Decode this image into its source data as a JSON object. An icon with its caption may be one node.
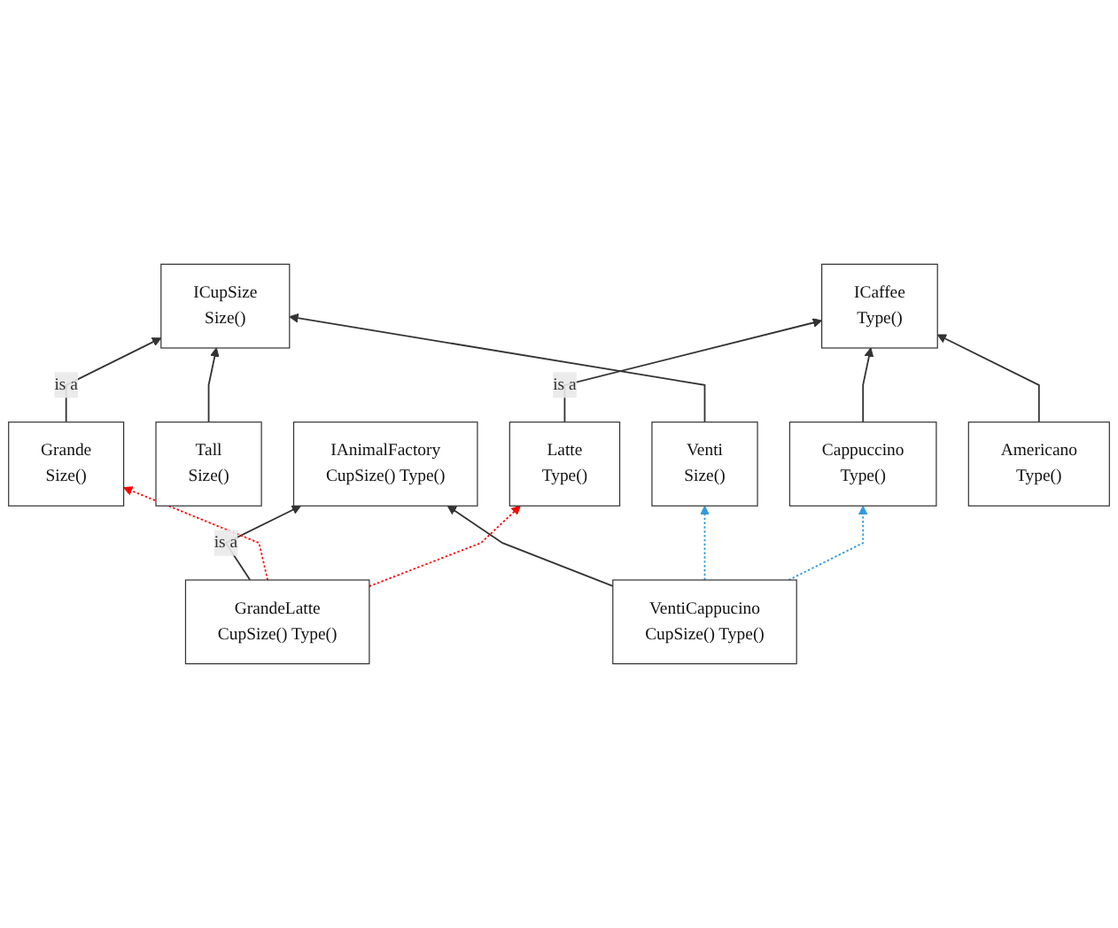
{
  "diagram": {
    "nodes": [
      {
        "text": [
          "ICupSize",
          "Size()"
        ]
      },
      {
        "text": [
          "IAnimalFactory",
          "CupSize() Type()"
        ]
      },
      {
        "text": [
          "Tall",
          "Size()"
        ]
      },
      {
        "text": [
          "Grande",
          "Size()"
        ]
      },
      {
        "text": [
          "Venti",
          "Size()"
        ]
      },
      {
        "text": [
          "GrandeLatte",
          "CupSize() Type()"
        ]
      },
      {
        "text": [
          "VentiCappucino",
          "CupSize() Type()"
        ]
      },
      {
        "text": [
          "ICaffee",
          "Type()"
        ]
      },
      {
        "text": [
          "Cappuccino",
          "Type()"
        ]
      },
      {
        "text": [
          "Latte",
          "Type()"
        ]
      },
      {
        "text": [
          "Americano",
          "Type()"
        ]
      }
    ],
    "edges": [
      {
        "from": 2,
        "to": 0,
        "arrow": "to"
      },
      {
        "from": 3,
        "to": 0,
        "arrow": "to",
        "label": "is a"
      },
      {
        "from": 4,
        "to": 0,
        "arrow": "to"
      },
      {
        "from": 5,
        "to": 1,
        "arrow": "to",
        "label": "is a"
      },
      {
        "from": 6,
        "to": 1,
        "arrow": "to"
      },
      {
        "from": 8,
        "to": 7,
        "arrow": "to"
      },
      {
        "from": 9,
        "to": 7,
        "arrow": "to",
        "label": "is a"
      },
      {
        "from": 10,
        "to": 7,
        "arrow": "to"
      },
      {
        "from": 5,
        "to": 3,
        "arrow": "to",
        "style": "dashed",
        "color": "#ff0000"
      },
      {
        "from": 6,
        "to": 4,
        "arrow": "to",
        "style": "dashed",
        "color": "#3399dd"
      },
      {
        "from": 5,
        "to": 9,
        "arrow": "to",
        "style": "dashed",
        "color": "#ff0000"
      },
      {
        "from": 6,
        "to": 8,
        "arrow": "to",
        "style": "dashed",
        "color": "#3399dd"
      }
    ]
  }
}
